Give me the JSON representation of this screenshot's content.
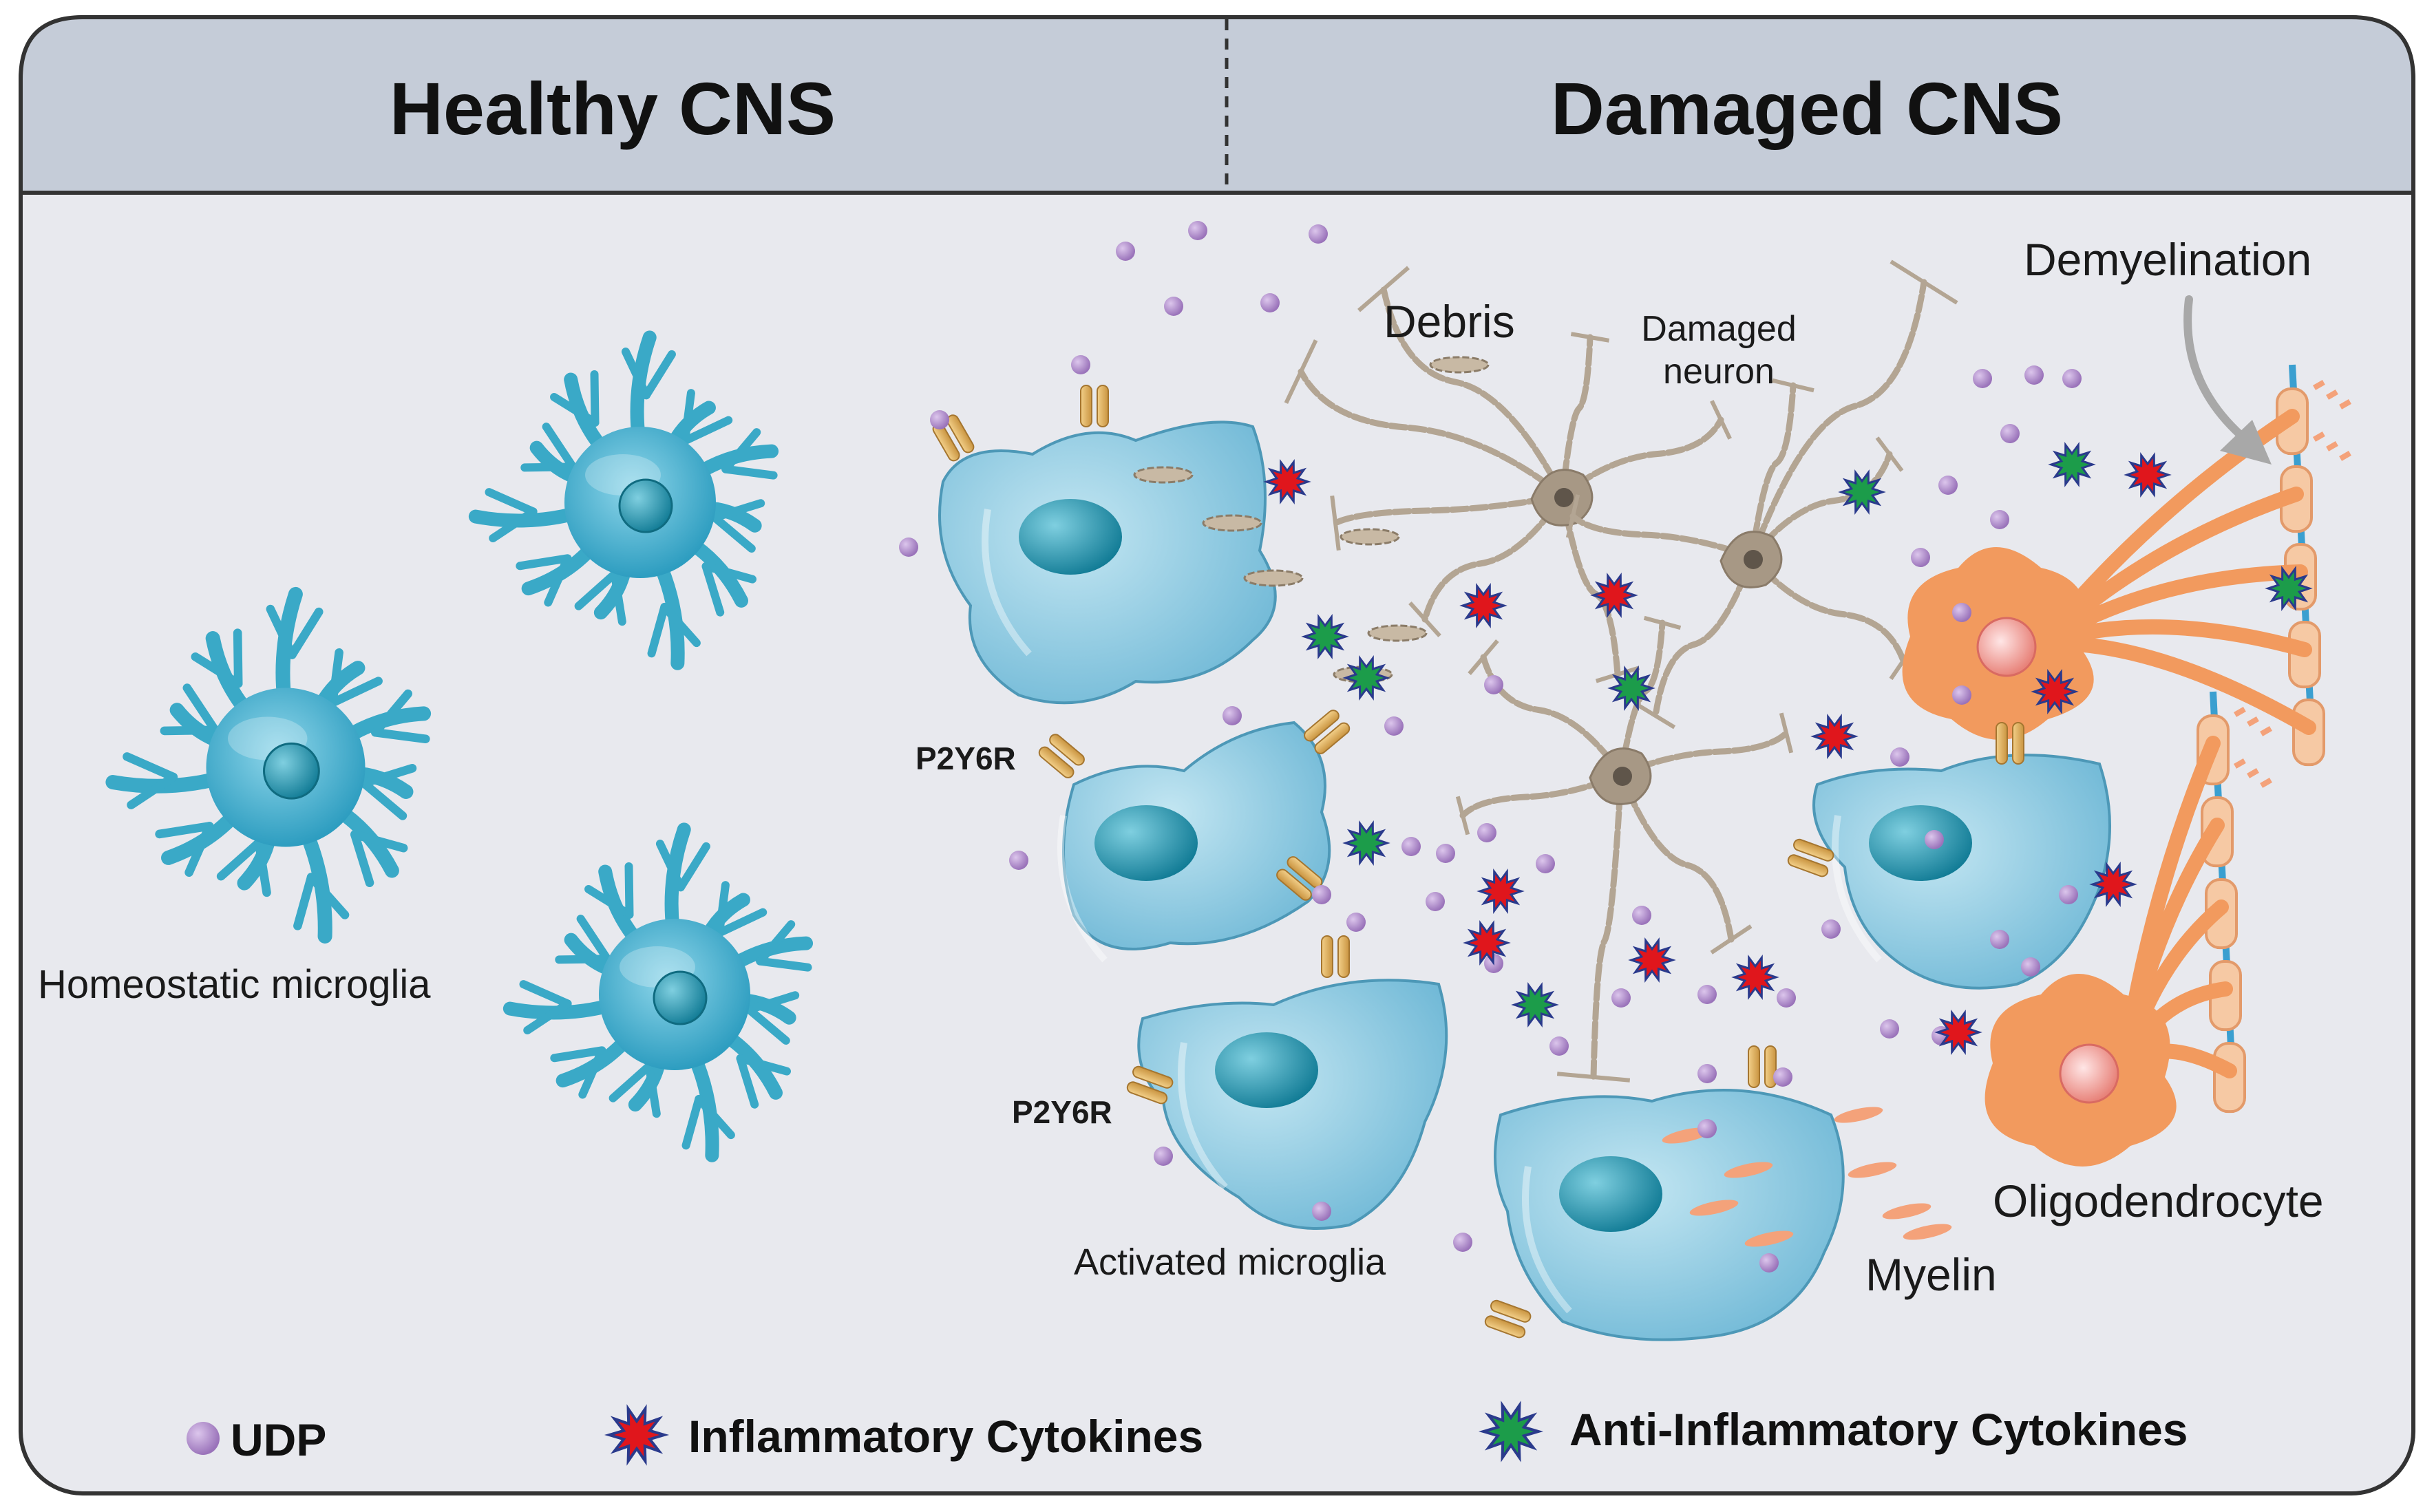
{
  "headers": {
    "left": "Healthy CNS",
    "right": "Damaged CNS"
  },
  "labels": {
    "homeostatic_microglia": "Homeostatic microglia",
    "activated_microglia": "Activated microglia",
    "receptor_1": "P2Y6R",
    "receptor_2": "P2Y6R",
    "debris": "Debris",
    "damaged_neuron_line1": "Damaged",
    "damaged_neuron_line2": "neuron",
    "demyelination": "Demyelination",
    "oligodendrocyte": "Oligodendrocyte",
    "myelin": "Myelin"
  },
  "legend": {
    "udp": "UDP",
    "inflammatory": "Inflammatory Cytokines",
    "anti_inflammatory": "Anti-Inflammatory Cytokines"
  },
  "colors": {
    "header_bg": "#c5ccd8",
    "panel_bg": "#e8e9ee",
    "microglia": "#3aa9c7",
    "activated_microglia": "#8ccbe2",
    "nucleus": "#1a8ea8",
    "neuron": "#b3a593",
    "oligodendrocyte": "#f29a5e",
    "myelin": "#f6c9a4",
    "receptor": "#e0b060",
    "udp": "#ae8ac9",
    "inflammatory": "#e0161c",
    "anti_inflammatory": "#1c9c4a"
  }
}
